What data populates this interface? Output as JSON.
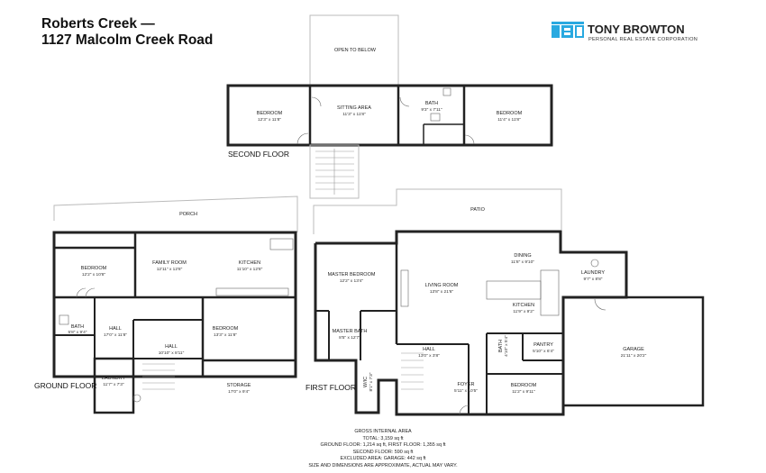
{
  "header": {
    "title_line1": "Roberts Creek —",
    "title_line2": "1127 Malcolm Creek Road"
  },
  "brand": {
    "name": "TONY BROWTON",
    "tagline": "PERSONAL REAL ESTATE CORPORATION",
    "color": "#29a9e0"
  },
  "floors": {
    "second": "SECOND FLOOR",
    "ground": "GROUND FLOOR",
    "first": "FIRST FLOOR"
  },
  "rooms": {
    "open_to_below": {
      "name": "OPEN TO BELOW",
      "dim": ""
    },
    "sf_bedroom_left": {
      "name": "BEDROOM",
      "dim": "12'3\" x 11'8\""
    },
    "sitting_area": {
      "name": "SITTING AREA",
      "dim": "11'3\" x 11'8\""
    },
    "sf_bath": {
      "name": "BATH",
      "dim": "9'3\" x 7'11\""
    },
    "sf_bedroom_right": {
      "name": "BEDROOM",
      "dim": "11'4\" x 11'8\""
    },
    "porch": {
      "name": "PORCH",
      "dim": ""
    },
    "patio": {
      "name": "PATIO",
      "dim": ""
    },
    "gf_bedroom": {
      "name": "BEDROOM",
      "dim": "12'2\" x 10'8\""
    },
    "family_room": {
      "name": "FAMILY ROOM",
      "dim": "12'11\" x 12'8\""
    },
    "gf_kitchen": {
      "name": "KITCHEN",
      "dim": "11'10\" x 12'8\""
    },
    "gf_bath": {
      "name": "BATH",
      "dim": "5'8\" x 9'4\""
    },
    "gf_hall1": {
      "name": "HALL",
      "dim": "17'0\" x 11'8\""
    },
    "gf_hall2": {
      "name": "HALL",
      "dim": "10'10\" x 8'11\""
    },
    "gf_bedroom2": {
      "name": "BEDROOM",
      "dim": "13'3\" x 11'8\""
    },
    "gf_laundry": {
      "name": "LAUNDRY",
      "dim": "11'7\" x 7'3\""
    },
    "storage": {
      "name": "STORAGE",
      "dim": "17'0\" x 9'4\""
    },
    "master_bedroom": {
      "name": "MASTER BEDROOM",
      "dim": "12'2\" x 13'4\""
    },
    "master_bath": {
      "name": "MASTER BATH",
      "dim": "8'5\" x 12'7\""
    },
    "wic": {
      "name": "W/IC",
      "dim": "8'1\" x 7'3\""
    },
    "living_room": {
      "name": "LIVING ROOM",
      "dim": "13'8\" x 21'6\""
    },
    "dining": {
      "name": "DINING",
      "dim": "11'8\" x 9'10\""
    },
    "ff_kitchen": {
      "name": "KITCHEN",
      "dim": "11'9\" x 9'2\""
    },
    "ff_hall": {
      "name": "HALL",
      "dim": "13'0\" x 3'8\""
    },
    "ff_bath": {
      "name": "BATH",
      "dim": "4'10\" x 5'4\""
    },
    "pantry": {
      "name": "PANTRY",
      "dim": "5'10\" x 6'4\""
    },
    "foyer": {
      "name": "FOYER",
      "dim": "5'11\" x 10'5\""
    },
    "ff_bedroom": {
      "name": "BEDROOM",
      "dim": "11'2\" x 9'11\""
    },
    "ff_laundry": {
      "name": "LAUNDRY",
      "dim": "9'7\" x 8'8\""
    },
    "garage": {
      "name": "GARAGE",
      "dim": "21'11\" x 20'2\""
    }
  },
  "area_info": {
    "heading": "GROSS INTERNAL AREA",
    "total": "TOTAL: 3,159 sq ft",
    "ground_first": "GROUND FLOOR: 1,214 sq ft,  FIRST FLOOR: 1,355 sq ft",
    "second": "SECOND FLOOR: 590 sq ft",
    "excluded": "EXCLUDED AREA: GARAGE: 442 sq ft",
    "disclaimer": "SIZE AND DIMENSIONS ARE APPROXIMATE, ACTUAL MAY VARY."
  }
}
